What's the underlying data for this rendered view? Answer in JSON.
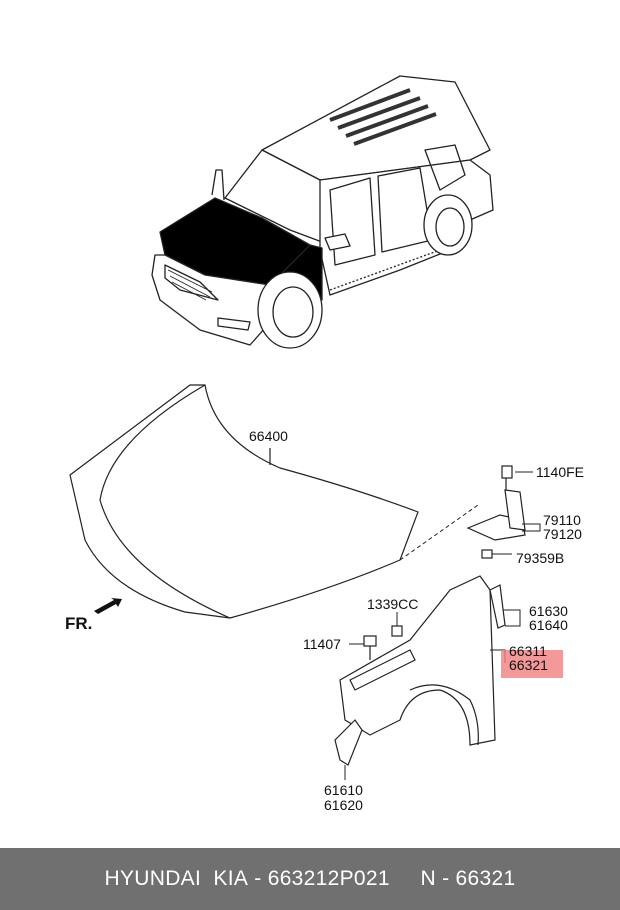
{
  "diagram": {
    "direction_label": "FR.",
    "highlight_color": "#f08080",
    "parts": {
      "hood": "66400",
      "bolt_top": "1140FE",
      "hinge_a": "79110",
      "hinge_b": "79120",
      "hinge_bolt": "79359B",
      "clip": "1339CC",
      "bolt_side": "11407",
      "seal_a": "61630",
      "seal_b": "61640",
      "fender_a": "66311",
      "fender_b": "66321",
      "bracket_a": "61610",
      "bracket_b": "61620"
    }
  },
  "footer": {
    "brand": "HYUNDAI  KIA",
    "part_number": "663212P021",
    "ref": "N - 66321",
    "sep": " - ",
    "gap": "     "
  }
}
